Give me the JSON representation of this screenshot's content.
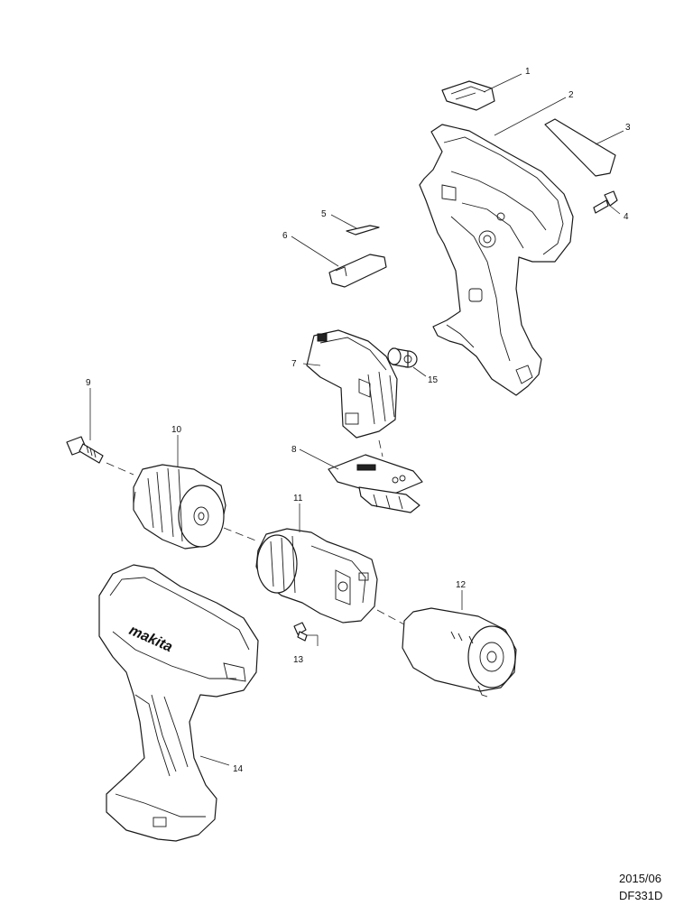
{
  "diagram": {
    "callouts": [
      "1",
      "2",
      "3",
      "4",
      "5",
      "6",
      "7",
      "8",
      "9",
      "10",
      "11",
      "12",
      "13",
      "14",
      "15"
    ],
    "brand_text": "makita"
  },
  "footer": {
    "date": "2015/06",
    "model": "DF331D"
  }
}
